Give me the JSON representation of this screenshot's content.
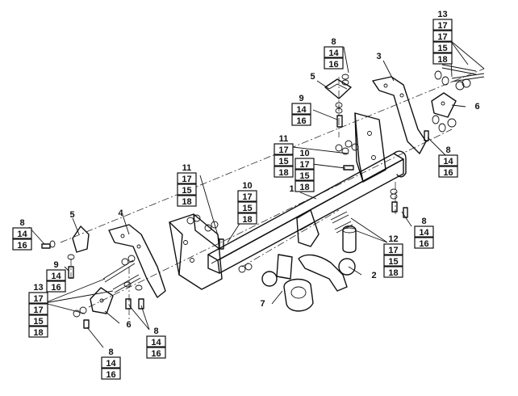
{
  "callouts": [
    {
      "id": "c13top",
      "labels": [
        "13",
        "17",
        "17",
        "15",
        "18"
      ]
    },
    {
      "id": "c8top",
      "labels": [
        "8",
        "14",
        "16"
      ]
    },
    {
      "id": "c3",
      "labels": [
        "3"
      ]
    },
    {
      "id": "c5top",
      "labels": [
        "5"
      ]
    },
    {
      "id": "c6right",
      "labels": [
        "6"
      ]
    },
    {
      "id": "c9top",
      "labels": [
        "9",
        "14",
        "16"
      ]
    },
    {
      "id": "c8right",
      "labels": [
        "8",
        "14",
        "16"
      ]
    },
    {
      "id": "c11mid",
      "labels": [
        "11",
        "17",
        "15",
        "18"
      ]
    },
    {
      "id": "c10mid",
      "labels": [
        "10",
        "17",
        "15",
        "18"
      ]
    },
    {
      "id": "c1",
      "labels": [
        "1"
      ]
    },
    {
      "id": "c11left",
      "labels": [
        "11",
        "17",
        "15",
        "18"
      ]
    },
    {
      "id": "c10left",
      "labels": [
        "10",
        "17",
        "15",
        "18"
      ]
    },
    {
      "id": "c8lowright",
      "labels": [
        "8",
        "14",
        "16"
      ]
    },
    {
      "id": "c12",
      "labels": [
        "12",
        "17",
        "15",
        "18"
      ]
    },
    {
      "id": "c2",
      "labels": [
        "2"
      ]
    },
    {
      "id": "c7",
      "labels": [
        "7"
      ]
    },
    {
      "id": "c4",
      "labels": [
        "4"
      ]
    },
    {
      "id": "c5left",
      "labels": [
        "5"
      ]
    },
    {
      "id": "c8left",
      "labels": [
        "8",
        "14",
        "16"
      ]
    },
    {
      "id": "c9left",
      "labels": [
        "9",
        "14",
        "16"
      ]
    },
    {
      "id": "c13left",
      "labels": [
        "13",
        "17",
        "17",
        "15",
        "18"
      ]
    },
    {
      "id": "c6left",
      "labels": [
        "6"
      ]
    },
    {
      "id": "c8lowmid",
      "labels": [
        "8",
        "14",
        "16"
      ]
    },
    {
      "id": "c8bottom",
      "labels": [
        "8",
        "14",
        "16"
      ]
    }
  ]
}
